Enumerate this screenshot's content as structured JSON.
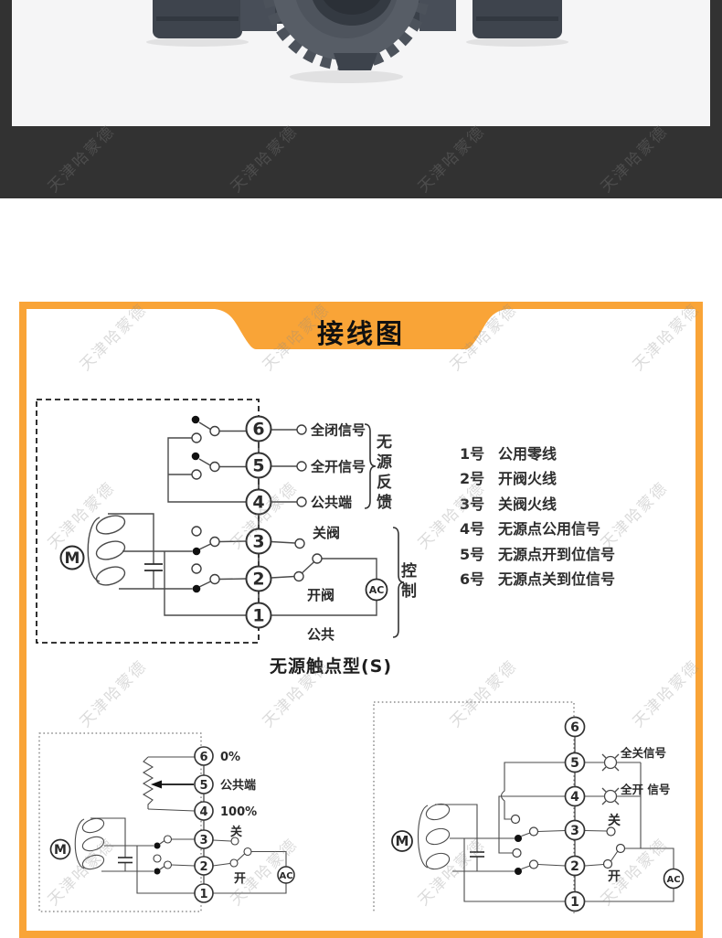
{
  "colors": {
    "accent_orange": "#F9A437",
    "dark_bg": "#323232",
    "photo_bg": "#F5F5F6",
    "line": "#4A4A4A",
    "text": "#2E2E2E"
  },
  "watermark": {
    "text": "天津哈蒙德"
  },
  "wiring_panel": {
    "title": "接线图",
    "subtitle": "无源触点型(S)",
    "legend": [
      {
        "num": "1号",
        "desc": "公用零线"
      },
      {
        "num": "2号",
        "desc": "开阀火线"
      },
      {
        "num": "3号",
        "desc": "关阀火线"
      },
      {
        "num": "4号",
        "desc": "无源点公用信号"
      },
      {
        "num": "5号",
        "desc": "无源点开到位信号"
      },
      {
        "num": "6号",
        "desc": "无源点关到位信号"
      }
    ],
    "main_diagram": {
      "motor": "M",
      "ac": "AC",
      "terminals": [
        "6",
        "5",
        "4",
        "3",
        "2",
        "1"
      ],
      "label_t6": "全闭信号",
      "label_t5": "全开信号",
      "label_t4": "公共端",
      "label_t3": "关阀",
      "label_t2": "开阀",
      "label_t1": "公共",
      "brace_feedback": "无源反馈",
      "brace_control": "控制"
    },
    "pot_diagram": {
      "motor": "M",
      "ac": "AC",
      "terminals": [
        "6",
        "5",
        "4",
        "3",
        "2",
        "1"
      ],
      "label_t6": "0%",
      "label_t5": "公共端",
      "label_t4": "100%",
      "label_t3": "关",
      "label_t2": "开"
    },
    "lamp_diagram": {
      "motor": "M",
      "ac": "AC",
      "terminals": [
        "6",
        "5",
        "4",
        "3",
        "2",
        "1"
      ],
      "label_t5": "全关信号",
      "label_t4": "全开 信号",
      "label_t3": "关",
      "label_t2": "开"
    }
  }
}
